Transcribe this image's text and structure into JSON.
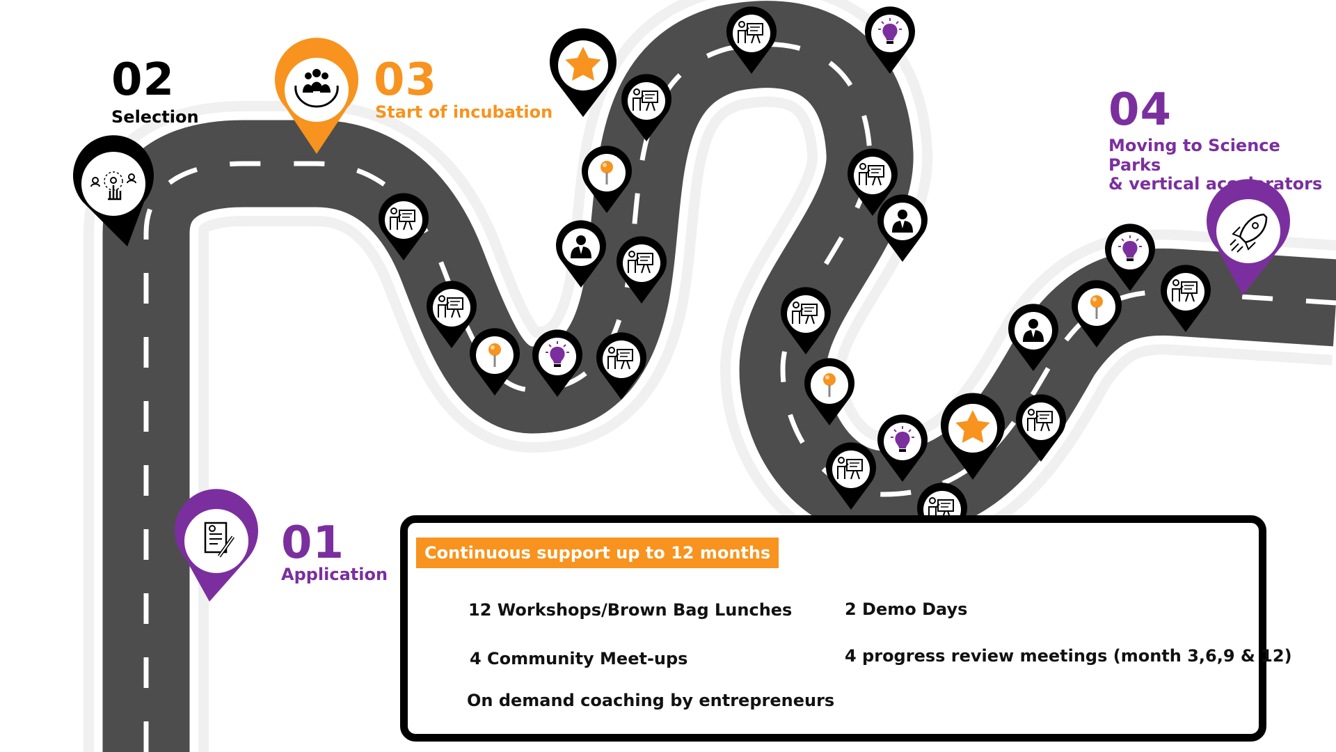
{
  "colors": {
    "road": "#4d4d4d",
    "road_edge": "#ffffff",
    "lane_marking": "#ffffff",
    "orange": "#f7931e",
    "purple": "#7b2f9e",
    "black": "#000000"
  },
  "stages": [
    {
      "number": "01",
      "label": "Application",
      "color": "#7b2f9e",
      "icon": "application-document-icon"
    },
    {
      "number": "02",
      "label": "Selection",
      "color": "#000000",
      "icon": "selection-hand-icon"
    },
    {
      "number": "03",
      "label": "Start of incubation",
      "color": "#f7931e",
      "icon": "incubation-hands-icon"
    },
    {
      "number": "04",
      "label_lines": [
        "Moving to Science Parks",
        "& vertical accelerators"
      ],
      "color": "#7b2f9e",
      "icon": "rocket-icon"
    }
  ],
  "legend": {
    "title": "Continuous support up to 12 months",
    "items": [
      {
        "icon": "workshop-presentation-icon",
        "label": "12 Workshops/Brown Bag Lunches"
      },
      {
        "icon": "meetup-pin-icon",
        "label": "4 Community Meet-ups"
      },
      {
        "icon": "coaching-person-icon",
        "label": "On demand coaching by entrepreneurs"
      },
      {
        "icon": "demo-day-star-icon",
        "label": "2 Demo Days"
      },
      {
        "icon": "review-lightbulb-icon",
        "label": "4 progress review meetings (month 3,6,9 & 12)"
      }
    ]
  }
}
